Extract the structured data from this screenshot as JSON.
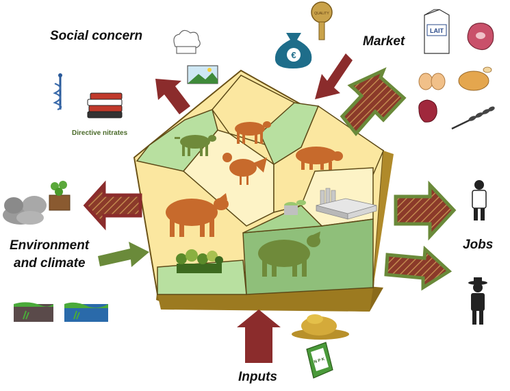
{
  "labels": {
    "social_concern": "Social concern",
    "market": "Market",
    "environment_line1": "Environment",
    "environment_line2": "and climate",
    "jobs": "Jobs",
    "inputs": "Inputs",
    "directive_nitrates": "Directive nitrates",
    "milk_carton": "LAIT",
    "quality_seal": "QUALITY",
    "fertilizer_bag": "N P K",
    "money_bag_symbol": "€"
  },
  "colors": {
    "arrow_red": "#8b2c2c",
    "arrow_green": "#6a8a3a",
    "arrow_hatched_fill": "#8b4a3a",
    "pentagon_yellow": "#fbe7a0",
    "pentagon_light_yellow": "#fdf3c6",
    "pentagon_green": "#b8e0a0",
    "pentagon_dark_green": "#8fbf7a",
    "pentagon_edge": "#8a6a1a",
    "animal_orange": "#c76a2c",
    "animal_green": "#6f8a3a"
  }
}
